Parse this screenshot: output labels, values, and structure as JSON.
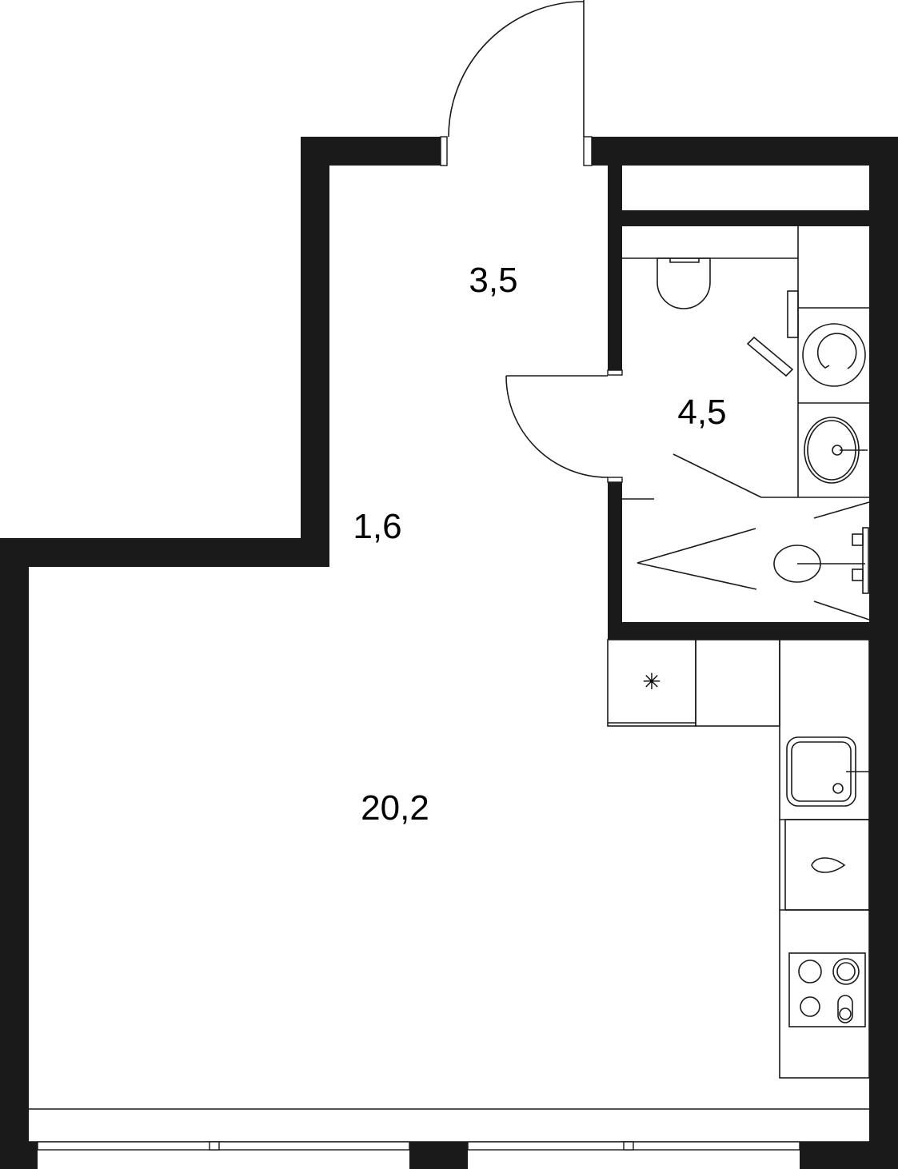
{
  "plan": {
    "rooms": [
      {
        "id": "hall",
        "area": "3,5"
      },
      {
        "id": "bathroom",
        "area": "4,5"
      },
      {
        "id": "corridor",
        "area": "1,6"
      },
      {
        "id": "living",
        "area": "20,2"
      }
    ],
    "colors": {
      "wall": "#1a1a1a",
      "background": "#ffffff"
    }
  }
}
